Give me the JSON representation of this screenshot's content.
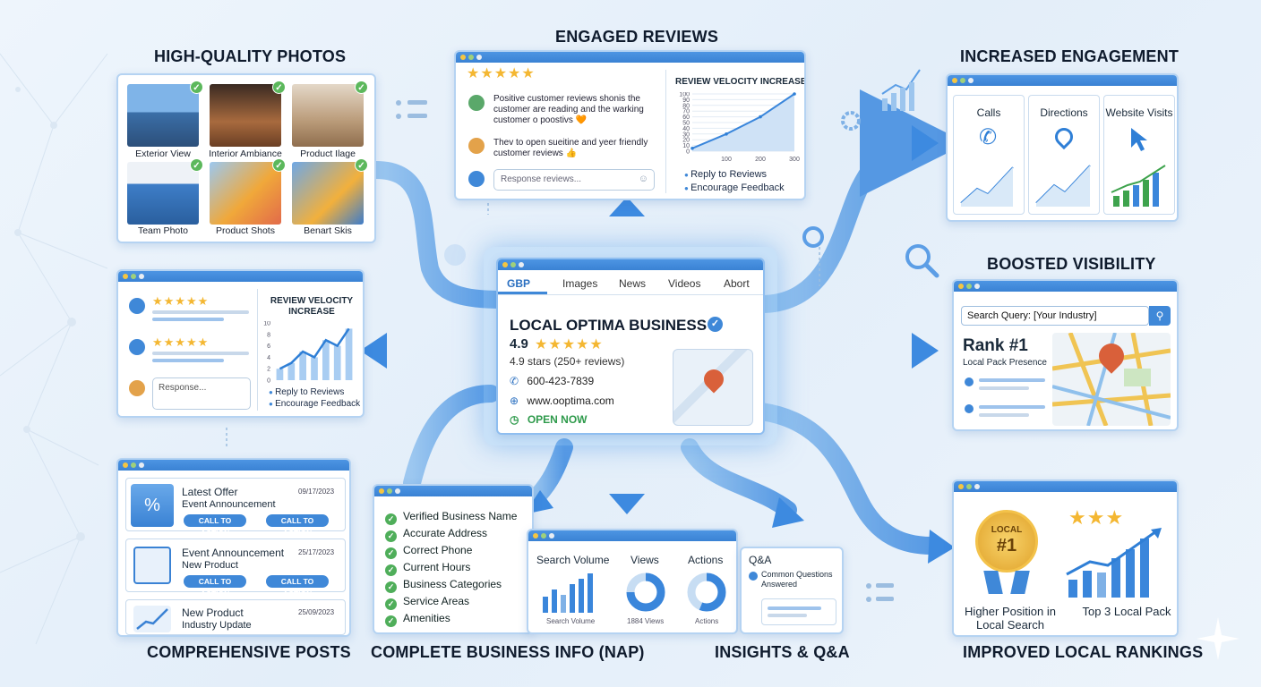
{
  "headings": {
    "photos": "HIGH-QUALITY PHOTOS",
    "reviews": "ENGAGED REVIEWS",
    "engagement": "INCREASED ENGAGEMENT",
    "visibility": "BOOSTED VISIBILITY",
    "posts": "COMPREHENSIVE POSTS",
    "nap": "COMPLETE BUSINESS INFO (NAP)",
    "insights": "INSIGHTS & Q&A",
    "rankings": "IMPROVED LOCAL RANKINGS"
  },
  "photos": {
    "items": [
      "Exterior View",
      "Interior Ambiance",
      "Product Ilage",
      "Team Photo",
      "Product Shots",
      "Benart Skis"
    ]
  },
  "reviews": {
    "stars": "★★★★★",
    "review1": "Positive customer reviews shonis the customer are reading and the warking customer o poostivs 🧡",
    "review2": "Thev to open sueitine and yeer friendly customer reviews 👍",
    "response_placeholder": "Response reviews...",
    "chart_title": "REVIEW VELOCITY INCREASE",
    "bullets": [
      "Reply to Reviews",
      "Encourage Feedback"
    ]
  },
  "review_left": {
    "stars": "★★★★★",
    "response_placeholder": "Response...",
    "chart_title": "REVIEW VELOCITY INCREASE",
    "bullets": [
      "Reply to Reviews",
      "Encourage Feedback"
    ]
  },
  "gbp": {
    "tabs": [
      "GBP",
      "Images",
      "News",
      "Videos",
      "Abort"
    ],
    "name": "LOCAL OPTIMA BUSINESS",
    "rating": "4.9",
    "stars": "★★★★★",
    "reviews": "4.9 stars (250+ reviews)",
    "phone": "600-423-7839",
    "website": "www.ooptima.com",
    "status": "OPEN NOW"
  },
  "engagement": {
    "cards": [
      "Calls",
      "Directions",
      "Website Visits"
    ]
  },
  "visibility": {
    "search_query": "Search Query: [Your Industry]",
    "rank": "Rank #1",
    "rank_sub": "Local Pack Presence"
  },
  "posts": {
    "items": [
      {
        "title": "Latest Offer",
        "sub": "Event Announcement",
        "date": "09/17/2023",
        "btn1": "CALL TO ACTION",
        "btn2": "CALL TO ACTION"
      },
      {
        "title": "Event Announcement",
        "sub": "New Product",
        "date": "25/17/2023",
        "btn1": "CALL TO ACTION",
        "btn2": "CALL TO ACTION"
      },
      {
        "title": "New Product",
        "sub": "Industry Update",
        "date": "25/09/2023"
      }
    ]
  },
  "nap": {
    "items": [
      "Verified Business Name",
      "Accurate Address",
      "Correct Phone",
      "Current Hours",
      "Business Categories",
      "Service Areas",
      "Amenities"
    ]
  },
  "insights": {
    "cols": [
      "Search Volume",
      "Views",
      "Actions",
      "Q&A"
    ],
    "sub_labels": [
      "Search Volume",
      "1884 Views",
      "Actions"
    ],
    "qa_text": "Common Questions Answered"
  },
  "rankings": {
    "badge_top": "LOCAL",
    "badge_num": "#1",
    "stars": "★★★",
    "left_label": "Higher Position in Local Search",
    "right_label": "Top 3 Local Pack"
  },
  "chart_data": [
    {
      "type": "line",
      "title": "REVIEW VELOCITY INCREASE",
      "x": [
        0,
        100,
        200,
        300
      ],
      "y": [
        5,
        30,
        60,
        100
      ],
      "xlim": [
        0,
        300
      ],
      "ylim": [
        0,
        100
      ],
      "yticks": [
        0,
        10,
        20,
        30,
        40,
        50,
        60,
        70,
        80,
        90,
        100
      ],
      "xticks": [
        100,
        200,
        300
      ]
    },
    {
      "type": "bar",
      "title": "REVIEW VELOCITY INCREASE",
      "values": [
        2,
        3,
        5,
        4,
        7,
        6,
        9
      ],
      "ylim": [
        0,
        10
      ],
      "yticks": [
        0,
        2,
        4,
        6,
        8,
        10
      ]
    }
  ],
  "colors": {
    "accent": "#3f88d8",
    "star": "#f4b732",
    "success": "#4fae5a",
    "pin": "#d9603a"
  }
}
